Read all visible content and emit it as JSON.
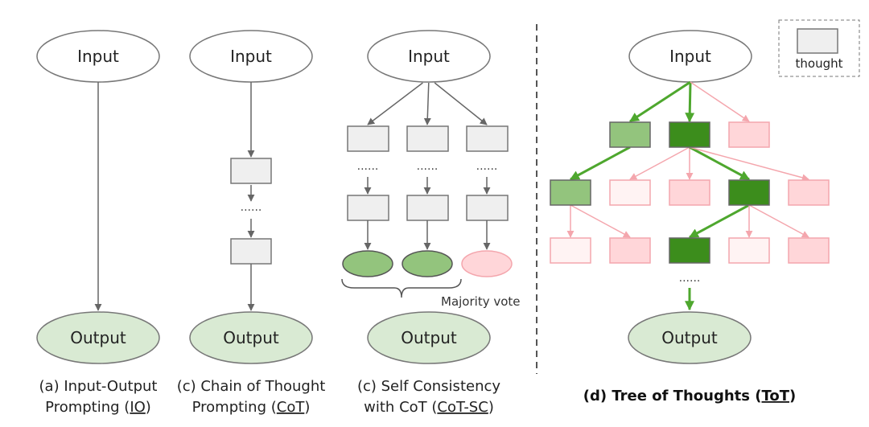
{
  "colors": {
    "thought": "#efefef",
    "good_light": "#93c47d",
    "good_dark": "#3c8d1c",
    "bad": "#ffd6d9",
    "bad_faint": "#fff3f3",
    "edge_good": "#4ea72e",
    "edge_bad": "#f4a6ad"
  },
  "io": {
    "input": "Input",
    "output": "Output",
    "caption_line1": "(a) Input-Output",
    "caption_line2_pre": "Prompting (",
    "caption_abbr": "IO",
    "caption_line2_post": ")"
  },
  "cot": {
    "input": "Input",
    "output": "Output",
    "dots": "......",
    "caption_line1": "(c) Chain of Thought",
    "caption_line2_pre": "Prompting (",
    "caption_abbr": "CoT",
    "caption_line2_post": ")"
  },
  "cotsc": {
    "input": "Input",
    "output": "Output",
    "dots": "......",
    "vote": "Majority vote",
    "caption_line1": "(c) Self Consistency",
    "caption_line2_pre": "with CoT (",
    "caption_abbr": "CoT-SC",
    "caption_line2_post": ")"
  },
  "tot": {
    "input": "Input",
    "output": "Output",
    "dots": "......",
    "legend": "thought",
    "caption_pre": "(d) Tree of Thoughts (",
    "caption_abbr": "ToT",
    "caption_post": ")"
  }
}
